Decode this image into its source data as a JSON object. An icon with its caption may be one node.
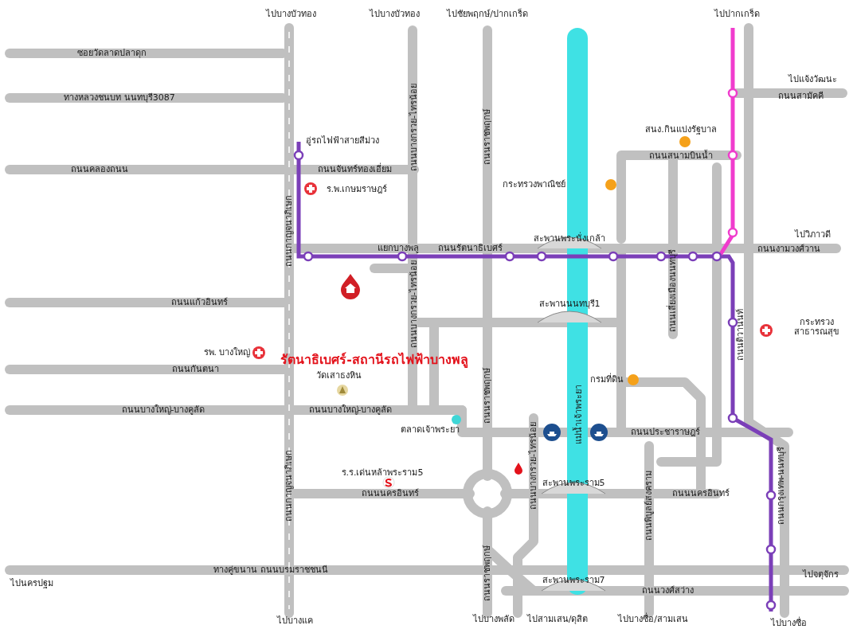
{
  "diagram": {
    "labels": [
      "ไปบางบัวทอง",
      "ไปบางบัวทอง",
      "ไปชัยพฤกษ์/ปากเกร็ด",
      "ไปปากเกร็ด",
      "ซอยวัดลาดปลาดุก",
      "ไปแจ้งวัฒนะ",
      "ทางหลวงชนบท นนทบุรี3087",
      "ถนนสามัคคี",
      "ถนนบางกรวย-ไทรน้อย",
      "ถนนราชพฤกษ์",
      "อู่รถไฟฟ้าสายสีม่วง",
      "สนง.กินแบ่งรัฐบาล",
      "ถนนสนามบินน้ำ",
      "ถนนคลองถนน",
      "ถนนจันทร์ทองเอี่ยม",
      "ร.พ.เกษมราษฎร์",
      "กระทรวงพาณิชย์",
      "ถนนกาญจนาภิเษก",
      "แยกบางพลู",
      "ถนนรัตนาธิเบศร์",
      "สะพานพระนั่งเกล้า",
      "ถนนเลี่ยงเมืองนนทบุรี",
      "ไปวิภาวดี",
      "ถนนงามวงศ์วาน",
      "ถนนบางกรวย-ไทรน้อย",
      "รัตนาธิเบศร์-สถานีรถไฟฟ้าบางพลู",
      "ถนนแก้วอินทร์",
      "สะพานนนทบุรี1",
      "กระทรวง สาธารณสุข",
      "ถนนติวานนท์",
      "รพ. บางใหญ่",
      "วัดเสาธงหิน",
      "ถนนกันตนา",
      "ถนนราชพฤกษ์",
      "กรมที่ดิน",
      "แม่น้ำเจ้าพระยา",
      "ถนนบางใหญ่-บางคูลัด",
      "ถนนบางใหญ่-บางคูลัด",
      "ตลาดเจ้าพระยา",
      "ถนนประชาราษฎร์",
      "ถนนกาญจนาภิเษก",
      "ถนนบางกรวย-ไทรน้อย",
      "ถนนกรุงเทพ-นนทบุรี",
      "ร.ร.เด่นหล้าพระราม5",
      "ถนนนครอินทร์",
      "สะพานพระราม5",
      "ถนนนครอินทร์",
      "ถนนพิบูลย์สงคราม",
      "ถนนราชพฤกษ์",
      "ทางคู่ขนาน ถนนบรมราชชนนี",
      "ไปนครปฐม",
      "สะพานพระราม7",
      "ไปจตุจักร",
      "ถนนวงศ์สว่าง",
      "ไปบางแค",
      "ไปบางพลัด",
      "ไปสามเสน/ดุสิต",
      "ไปบางซื่อ/สามเสน",
      "ไปบางซื่อ"
    ]
  }
}
